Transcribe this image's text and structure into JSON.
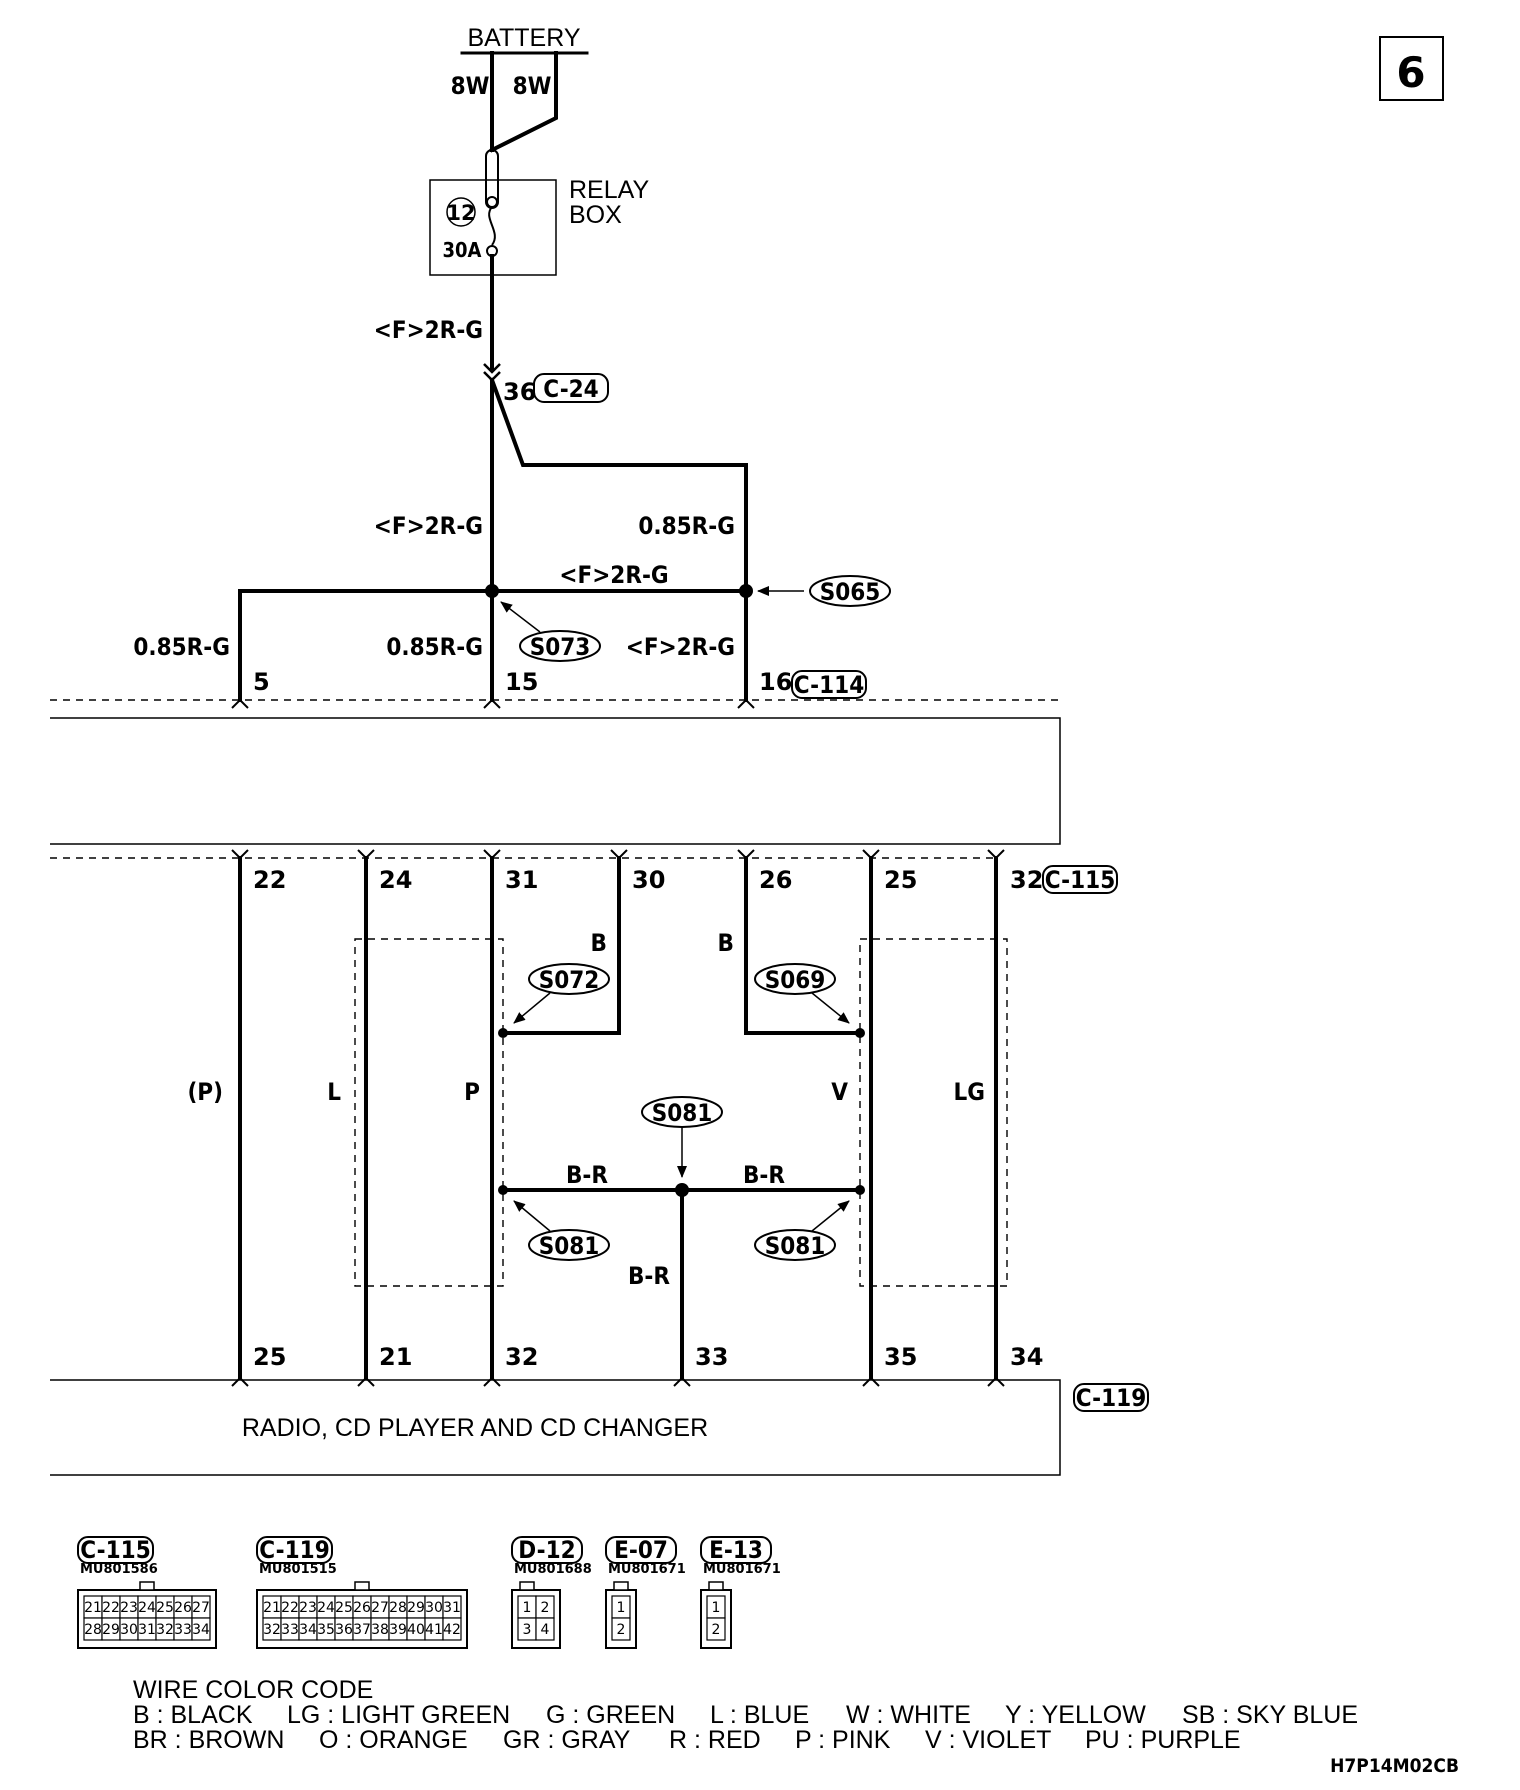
{
  "page_number": "6",
  "battery": {
    "label": "BATTERY",
    "wire_left": "8W",
    "wire_right": "8W"
  },
  "relay_box": {
    "label_line1": "RELAY",
    "label_line2": "BOX",
    "fuse_number": "12",
    "fuse_rating": "30A"
  },
  "wires": {
    "w_feed": "<F>2R-G",
    "w_left_trunk": "<F>2R-G",
    "w_right_trunk": "0.85R-G",
    "w_bus": "<F>2R-G",
    "w_c114_5": "0.85R-G",
    "w_c114_15": "0.85R-G",
    "w_c114_16": "<F>2R-G",
    "w_p_paren": "(P)",
    "w_l": "L",
    "w_p": "P",
    "w_b_left": "B",
    "w_b_right": "B",
    "w_v": "V",
    "w_lg": "LG",
    "w_br_left": "B-R",
    "w_br_right": "B-R",
    "w_br_down": "B-R"
  },
  "connector_refs": {
    "c24": {
      "pin": "36",
      "name": "C-24"
    },
    "c114": {
      "name": "C-114",
      "pins": [
        "5",
        "15",
        "16"
      ]
    },
    "c115": {
      "name": "C-115",
      "pins": [
        "22",
        "24",
        "31",
        "30",
        "26",
        "25",
        "32"
      ]
    },
    "c119": {
      "name": "C-119",
      "pins": [
        "25",
        "21",
        "32",
        "33",
        "35",
        "34"
      ]
    }
  },
  "splices": {
    "s065": "S065",
    "s073": "S073",
    "s072": "S072",
    "s069": "S069",
    "s081_top": "S081",
    "s081_left": "S081",
    "s081_right": "S081"
  },
  "radio_unit_label": "RADIO, CD PLAYER AND CD CHANGER",
  "connector_views": [
    {
      "name": "C-115",
      "part": "MU801586",
      "row1": [
        "21",
        "22",
        "23",
        "24",
        "25",
        "26",
        "27"
      ],
      "row2": [
        "28",
        "29",
        "30",
        "31",
        "32",
        "33",
        "34"
      ]
    },
    {
      "name": "C-119",
      "part": "MU801515",
      "row1": [
        "21",
        "22",
        "23",
        "24",
        "25",
        "26",
        "27",
        "28",
        "29",
        "30",
        "31"
      ],
      "row2": [
        "32",
        "33",
        "34",
        "35",
        "36",
        "37",
        "38",
        "39",
        "40",
        "41",
        "42"
      ]
    },
    {
      "name": "D-12",
      "part": "MU801688",
      "row1": [
        "1",
        "2"
      ],
      "row2": [
        "3",
        "4"
      ]
    },
    {
      "name": "E-07",
      "part": "MU801671",
      "row1": [
        "1"
      ],
      "row2": [
        "2"
      ]
    },
    {
      "name": "E-13",
      "part": "MU801671",
      "row1": [
        "1"
      ],
      "row2": [
        "2"
      ]
    }
  ],
  "wire_color_code": {
    "title": "WIRE COLOR CODE",
    "row1": [
      "B : BLACK",
      "LG : LIGHT GREEN",
      "G : GREEN",
      "L : BLUE",
      "W : WHITE",
      "Y : YELLOW",
      "SB : SKY BLUE"
    ],
    "row2": [
      "BR : BROWN",
      "O : ORANGE",
      "GR : GRAY",
      "R : RED",
      "P : PINK",
      "V : VIOLET",
      "PU : PURPLE"
    ]
  },
  "diagram_code": "H7P14M02CB"
}
